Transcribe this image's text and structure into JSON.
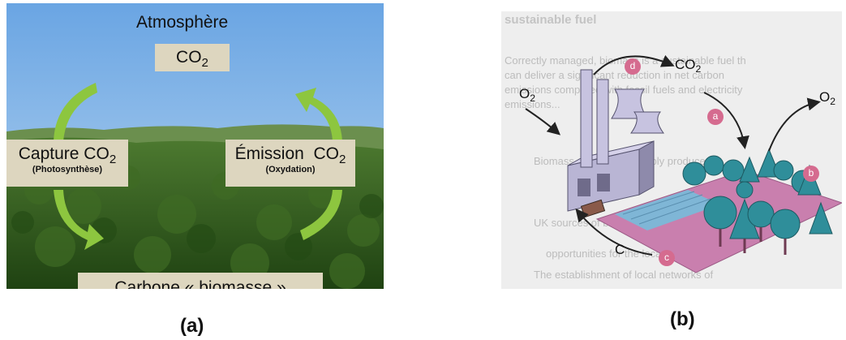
{
  "panel_a": {
    "atmosphere": "Atmosphère",
    "co2_main": "CO",
    "co2_sub": "2",
    "capture_main": "Capture CO",
    "capture_sub": "2",
    "capture_note": "(Photosynthèse)",
    "emission_main": "Émission  CO",
    "emission_sub": "2",
    "emission_note": "(Oxydation)",
    "biomass": "Carbone « biomasse »",
    "caption": "(a)",
    "colors": {
      "sky": "#7fb2e6",
      "forest": "#2f5a1a",
      "label_box": "#ddd6bf",
      "arrow": "#8dc63f"
    }
  },
  "panel_b": {
    "faint_title": "sustainable fuel",
    "faint_lines": [
      "Correctly managed, biomass is a sustainable fuel th",
      "can deliver a significant reduction in net carbon",
      "emissions compared with fossil fuels and electricity",
      "emissions..."
    ],
    "faint_bullets": [
      "Biomass can be sustainably produced...",
      "UK sources of biomass...",
      "opportunities for the local economy.",
      "The establishment of local networks of"
    ],
    "o2_left_main": "O",
    "o2_left_sub": "2",
    "co2_main": "CO",
    "co2_sub": "2",
    "o2_right_main": "O",
    "o2_right_sub": "2",
    "c_label": "C",
    "marker_a": "a",
    "marker_b": "b",
    "marker_c": "c",
    "marker_d": "d",
    "caption": "(b)",
    "colors": {
      "background": "#eeeeee",
      "marker": "#d56b8f",
      "ground": "#c97fae",
      "factory": "#b9b5d4",
      "trees": "#2f8e9a"
    }
  }
}
